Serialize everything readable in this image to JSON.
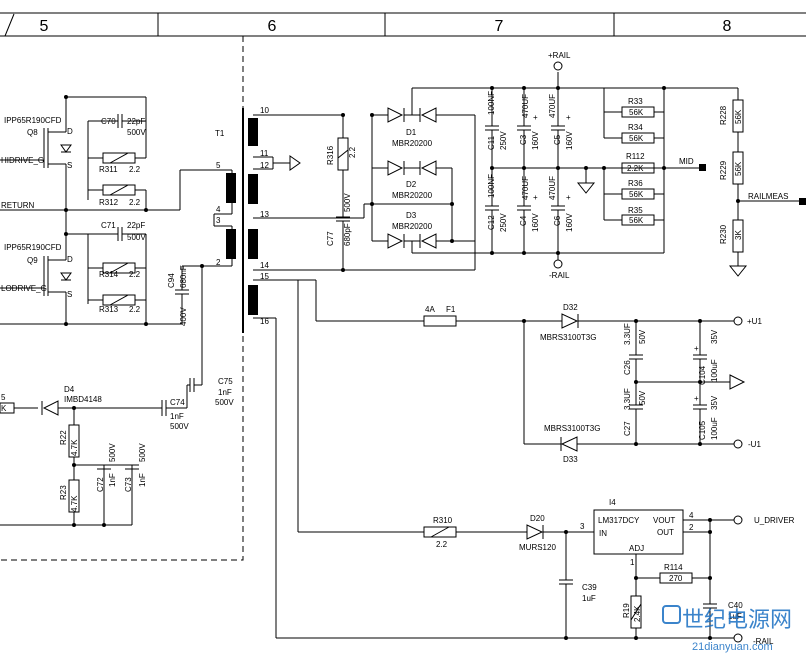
{
  "border_columns": [
    "5",
    "6",
    "7",
    "8"
  ],
  "transformer": {
    "ref": "T1",
    "pins": [
      "10",
      "11",
      "12",
      "5",
      "4",
      "3",
      "2",
      "13",
      "14",
      "15",
      "16"
    ]
  },
  "nets": {
    "hidrive": "HIDRIVE_G",
    "lodrive": "LODRIVE_G",
    "return": "RETURN",
    "prail": "+RAIL",
    "nrail": "-RAIL",
    "mid": "MID",
    "railmeas": "RAILMEAS",
    "pu1": "+U1",
    "nu1": "-U1",
    "udriver": "U_DRIVER",
    "nrail_bottom": "-RAIL"
  },
  "mosfets": [
    {
      "ref": "Q8",
      "part": "IPP65R190CFD",
      "pin_d": "D",
      "pin_s": "S"
    },
    {
      "ref": "Q9",
      "part": "IPP65R190CFD",
      "pin_d": "D",
      "pin_s": "S"
    }
  ],
  "snubbers": {
    "C70": {
      "ref": "C70",
      "value": "22pF",
      "voltage": "500V"
    },
    "C71": {
      "ref": "C71",
      "value": "22pF",
      "voltage": "500V"
    },
    "R311": {
      "ref": "R311",
      "value": "2.2"
    },
    "R312": {
      "ref": "R312",
      "value": "2.2"
    },
    "R314": {
      "ref": "R314",
      "value": "2.2"
    },
    "R313": {
      "ref": "R313",
      "value": "2.2"
    },
    "C94": {
      "ref": "C94",
      "value": "680nF",
      "voltage": "400V"
    }
  },
  "lower_left": {
    "D4": {
      "ref": "D4",
      "part": "IMBD4148"
    },
    "C74": {
      "ref": "C74",
      "value": "1nF",
      "voltage": "500V"
    },
    "C75": {
      "ref": "C75",
      "value": "1nF",
      "voltage": "500V"
    },
    "R22": {
      "ref": "R22",
      "value": "4.7K"
    },
    "R23": {
      "ref": "R23",
      "value": "4.7K"
    },
    "C72": {
      "ref": "C72",
      "value": "1nF",
      "voltage": "500V"
    },
    "C73": {
      "ref": "C73",
      "value": "1nF",
      "voltage": "500V"
    },
    "partial_ref": "5",
    "partial_val": "K"
  },
  "rectifier": {
    "R316": {
      "ref": "R316",
      "value": "2.2"
    },
    "C77": {
      "ref": "C77",
      "value": "680pF",
      "voltage": "500V"
    },
    "D1": {
      "ref": "D1",
      "part": "MBR20200"
    },
    "D2": {
      "ref": "D2",
      "part": "MBR20200"
    },
    "D3": {
      "ref": "D3",
      "part": "MBR20200"
    }
  },
  "filter_caps": {
    "C11": {
      "ref": "C11",
      "value": "100NF",
      "voltage": "250V"
    },
    "C3": {
      "ref": "C3",
      "value": "470UF",
      "voltage": "160V"
    },
    "C5": {
      "ref": "C5",
      "value": "470UF",
      "voltage": "160V"
    },
    "C12": {
      "ref": "C12",
      "value": "100NF",
      "voltage": "250V"
    },
    "C4": {
      "ref": "C4",
      "value": "470UF",
      "voltage": "160V"
    },
    "C6": {
      "ref": "C6",
      "value": "470UF",
      "voltage": "160V"
    }
  },
  "bleeders": {
    "R33": {
      "ref": "R33",
      "value": "56K"
    },
    "R34": {
      "ref": "R34",
      "value": "56K"
    },
    "R112": {
      "ref": "R112",
      "value": "2.2K"
    },
    "R36": {
      "ref": "R36",
      "value": "56K"
    },
    "R35": {
      "ref": "R35",
      "value": "56K"
    }
  },
  "divider": {
    "R228": {
      "ref": "R228",
      "value": "56K"
    },
    "R229": {
      "ref": "R229",
      "value": "56K"
    },
    "R230": {
      "ref": "R230",
      "value": "3K"
    }
  },
  "aux_supply": {
    "F1": {
      "ref": "F1",
      "value": "4A"
    },
    "D32": {
      "ref": "D32",
      "part": "MBRS3100T3G"
    },
    "D33": {
      "ref": "D33",
      "part": "MBRS3100T3G"
    },
    "C26": {
      "ref": "C26",
      "value": "3.3UF",
      "voltage": "50V"
    },
    "C27": {
      "ref": "C27",
      "value": "3.3UF",
      "voltage": "50V"
    },
    "C104": {
      "ref": "C104",
      "value": "100uF",
      "voltage": "35V"
    },
    "C105": {
      "ref": "C105",
      "value": "100uF",
      "voltage": "35V"
    }
  },
  "regulator": {
    "R310": {
      "ref": "R310",
      "value": "2.2"
    },
    "D20": {
      "ref": "D20",
      "part": "MURS120"
    },
    "C39": {
      "ref": "C39",
      "value": "1uF"
    },
    "I4": {
      "ref": "I4",
      "part": "LM317DCY",
      "in": "IN",
      "vout": "VOUT",
      "out": "OUT",
      "adj": "ADJ",
      "pin_3": "3",
      "pin_4": "4",
      "pin_2": "2",
      "pin_1": "1"
    },
    "R114": {
      "ref": "R114",
      "value": "270"
    },
    "R19": {
      "ref": "R19",
      "value": "2.4K"
    },
    "C40": {
      "ref": "C40",
      "value": "1uF"
    }
  },
  "watermark": {
    "cn": "世纪电源网",
    "url": "21dianyuan.com"
  },
  "colors": {
    "line": "#000000",
    "background": "#ffffff",
    "watermark": "#1a6fc2"
  }
}
